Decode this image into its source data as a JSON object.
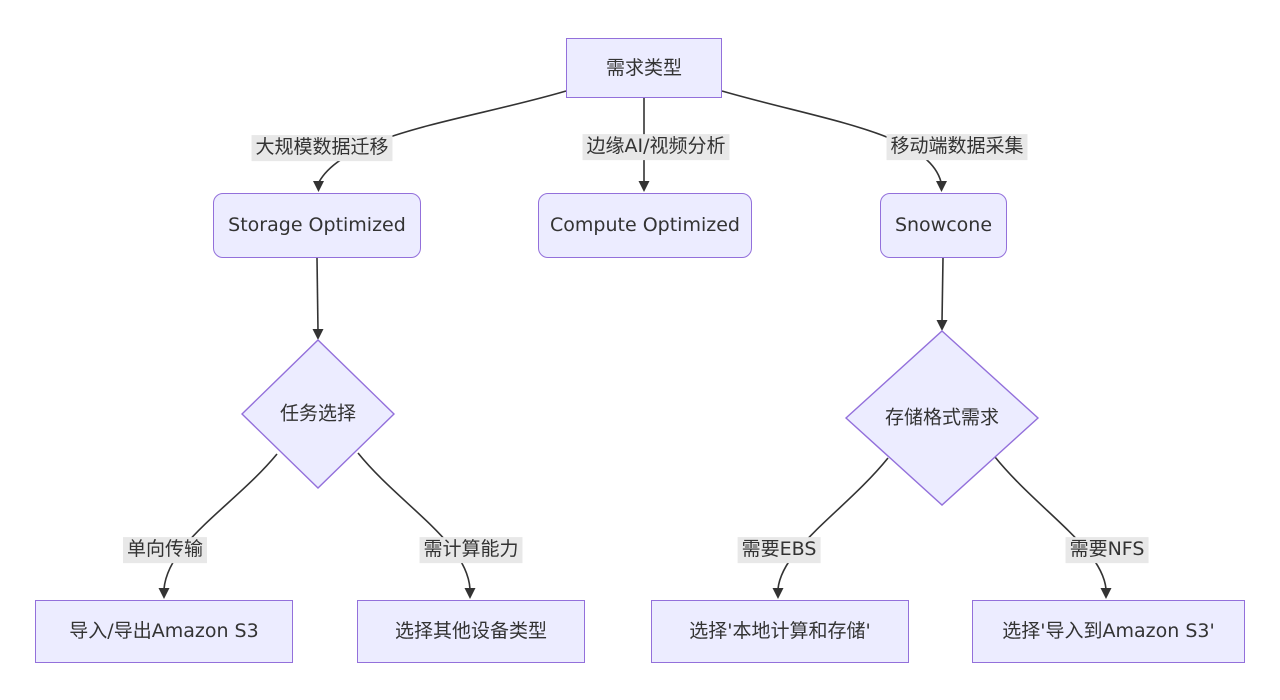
{
  "diagram": {
    "type": "flowchart",
    "nodes": {
      "need_type": {
        "label": "需求类型"
      },
      "storage_optimized": {
        "label": "Storage Optimized"
      },
      "compute_optimized": {
        "label": "Compute Optimized"
      },
      "snowcone": {
        "label": "Snowcone"
      },
      "task_select": {
        "label": "任务选择"
      },
      "storage_format": {
        "label": "存储格式需求"
      },
      "import_export_s3": {
        "label": "导入/导出Amazon S3"
      },
      "other_device": {
        "label": "选择其他设备类型"
      },
      "local_compute": {
        "label": "选择'本地计算和存储'"
      },
      "import_to_s3": {
        "label": "选择'导入到Amazon S3'"
      }
    },
    "edge_labels": {
      "mass_migration": "大规模数据迁移",
      "edge_ai": "边缘AI/视频分析",
      "mobile_collect": "移动端数据采集",
      "one_way": "单向传输",
      "need_compute": "需计算能力",
      "need_ebs": "需要EBS",
      "need_nfs": "需要NFS"
    },
    "colors": {
      "node_fill": "#ECECFF",
      "node_border": "#9370DB",
      "edge_line": "#333333",
      "label_bg": "#e8e8e8",
      "text": "#333333"
    }
  }
}
